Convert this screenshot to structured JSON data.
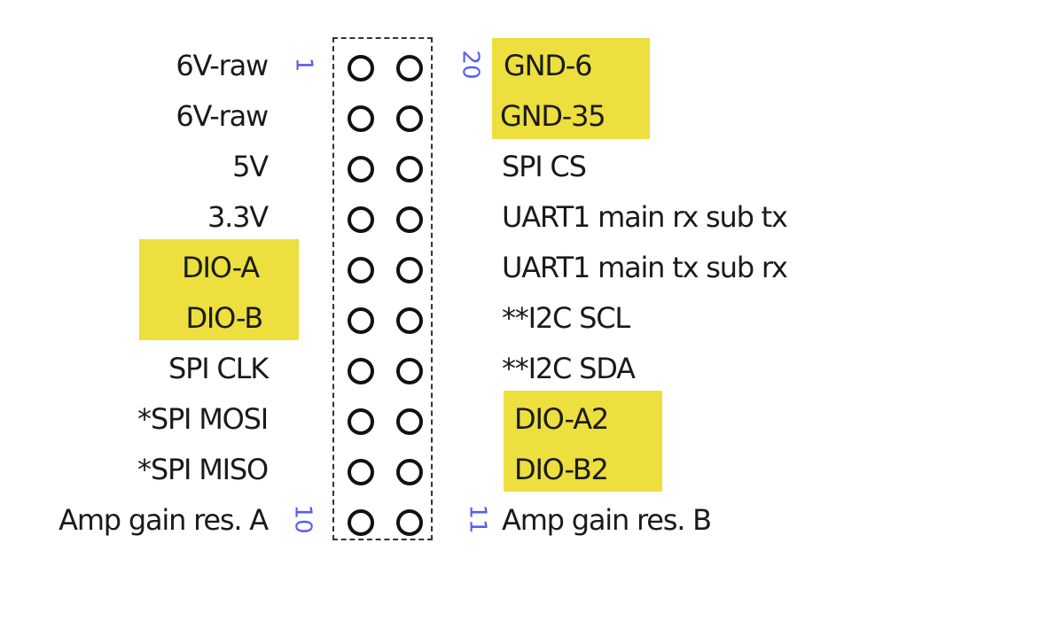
{
  "connector": {
    "left_labels": [
      "6V-raw",
      "6V-raw",
      "5V",
      "3.3V",
      "DIO-A",
      "DIO-B",
      "SPI CLK",
      "*SPI MOSI",
      "*SPI MISO",
      "Amp gain res. A"
    ],
    "right_labels": [
      "GND-6",
      "GND-35",
      "SPI CS",
      "UART1 main rx sub tx",
      "UART1 main tx sub rx",
      "**I2C SCL",
      "**I2C SDA",
      "DIO-A2",
      "DIO-B2",
      "Amp gain res. B"
    ],
    "pin_numbers": {
      "top_left": "1",
      "top_right": "20",
      "bottom_left": "10",
      "bottom_right": "11"
    },
    "highlight_color": "#ecdf3e",
    "pin_number_color": "#5a5cf0"
  }
}
